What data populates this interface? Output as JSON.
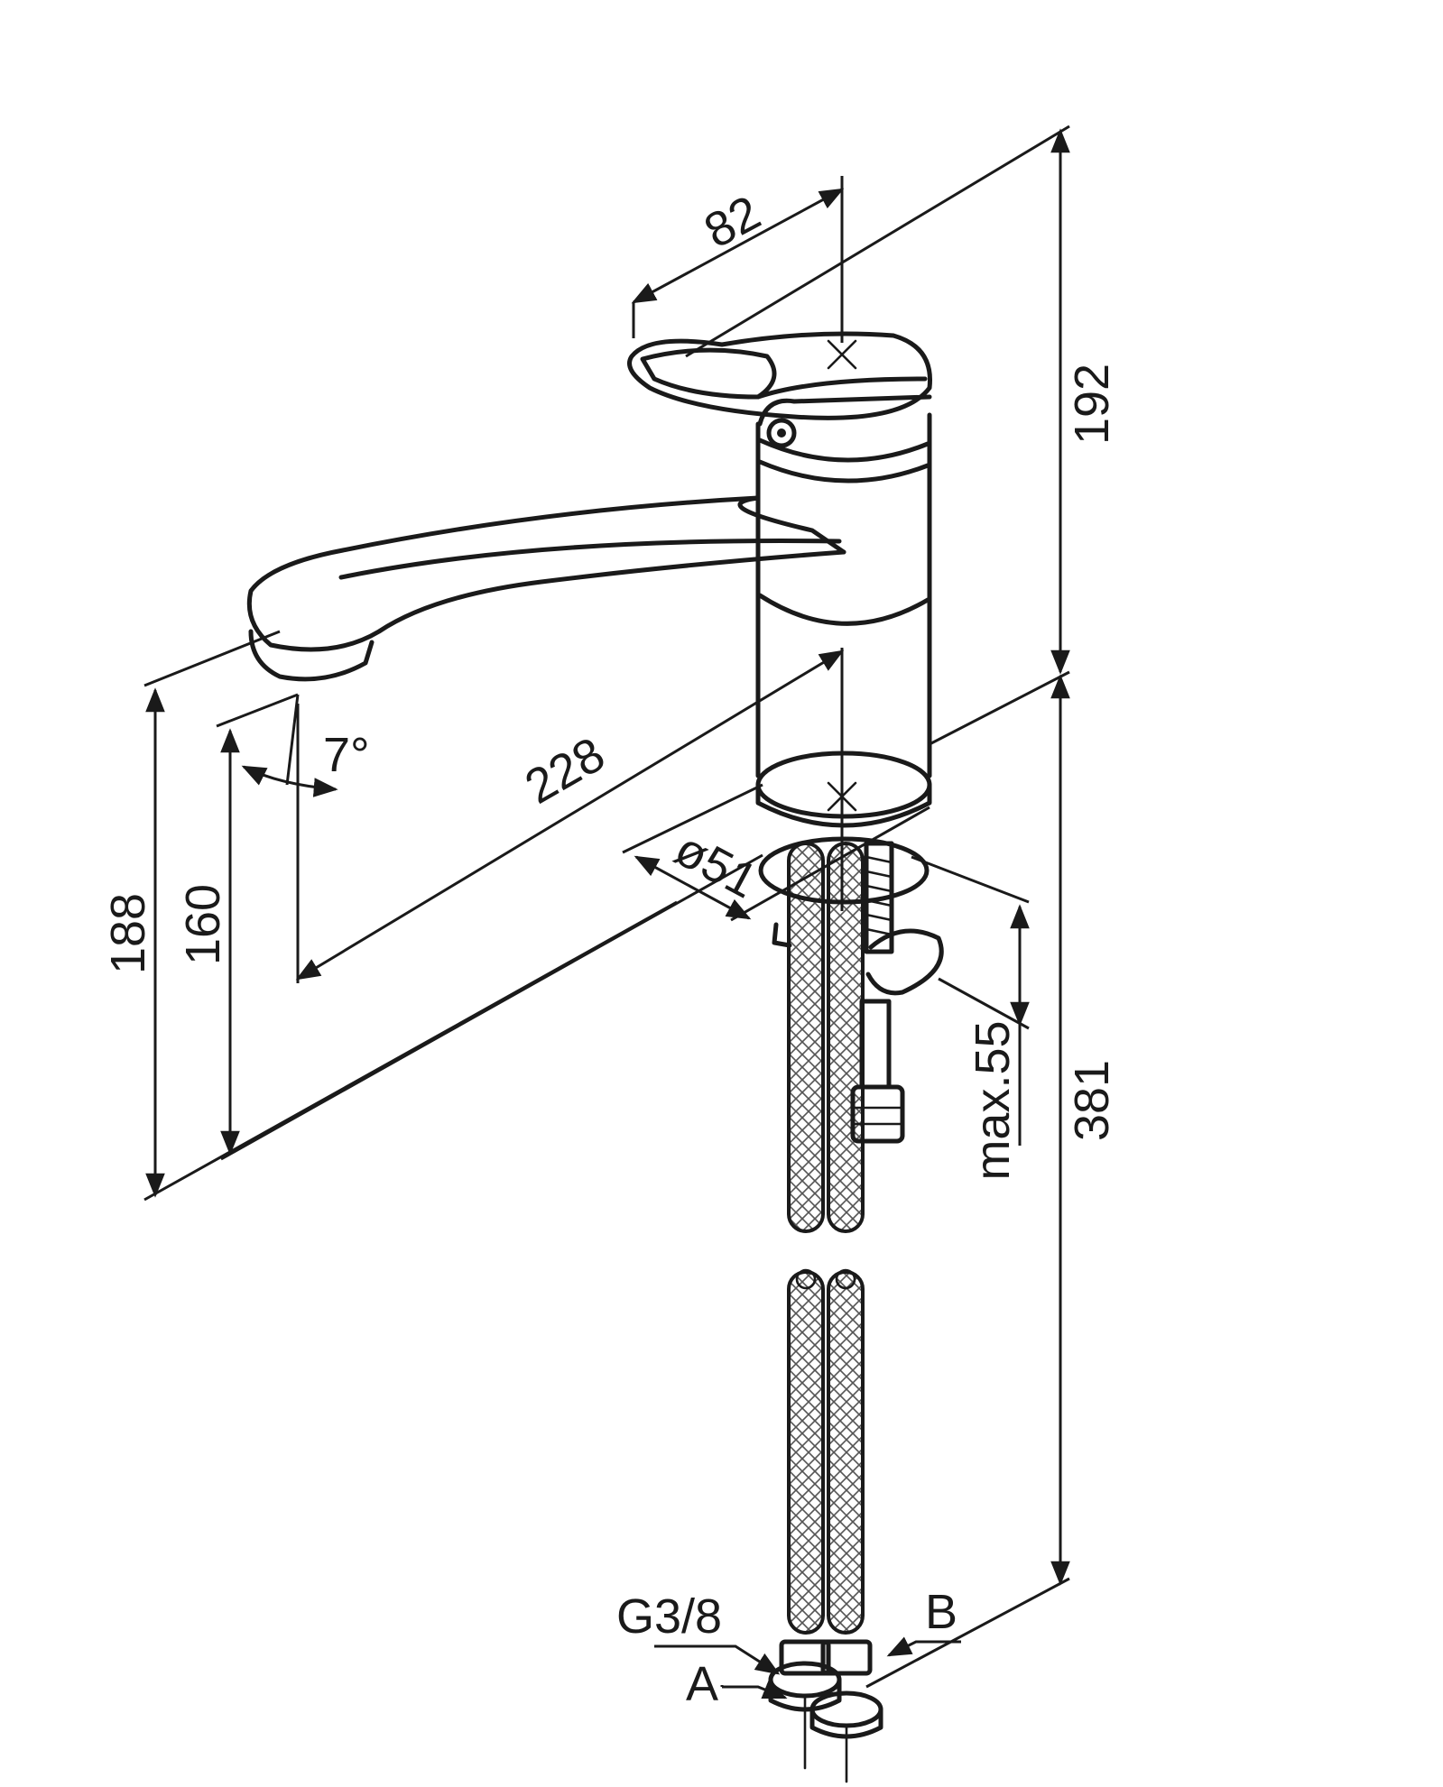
{
  "dimensions": {
    "lever_length": "82",
    "spout_top_to_base": "192",
    "spout_reach": "228",
    "outlet_height_total": "188",
    "outlet_height": "160",
    "outlet_angle": "7°",
    "base_diameter": "ø51",
    "max_deck_thickness": "max.55",
    "hose_length": "381"
  },
  "callouts": {
    "thread": "G3/8",
    "point_a": "A",
    "point_b": "B"
  }
}
